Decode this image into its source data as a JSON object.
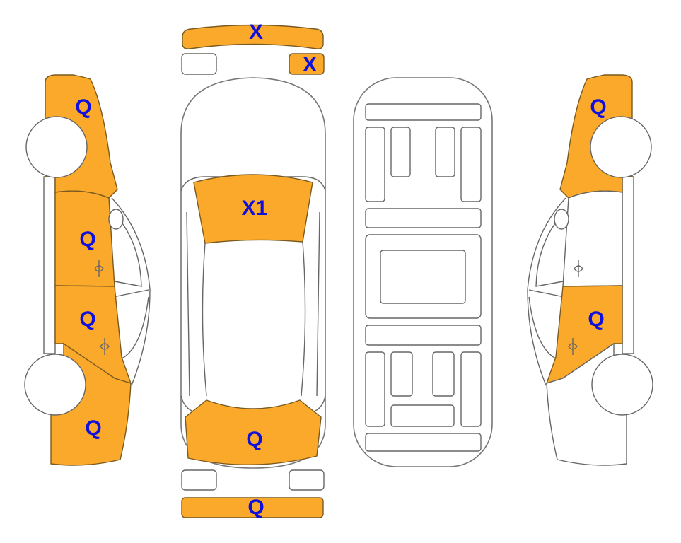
{
  "diagram": {
    "colors": {
      "damaged": "#FBA92B",
      "label": "#1010DD",
      "outline": "#777777"
    },
    "top_view": {
      "front_bumper": {
        "code": "X"
      },
      "front_light_right": {
        "code": "X"
      },
      "windshield": {
        "code": "X1"
      },
      "rear_window": {
        "code": "Q"
      },
      "rear_bumper": {
        "code": "Q"
      }
    },
    "left_side": {
      "front_fender": {
        "code": "Q"
      },
      "front_door": {
        "code": "Q"
      },
      "rear_door": {
        "code": "Q"
      },
      "rear_quarter": {
        "code": "Q"
      }
    },
    "right_side": {
      "front_fender": {
        "code": "Q"
      },
      "rear_door": {
        "code": "Q"
      }
    }
  }
}
